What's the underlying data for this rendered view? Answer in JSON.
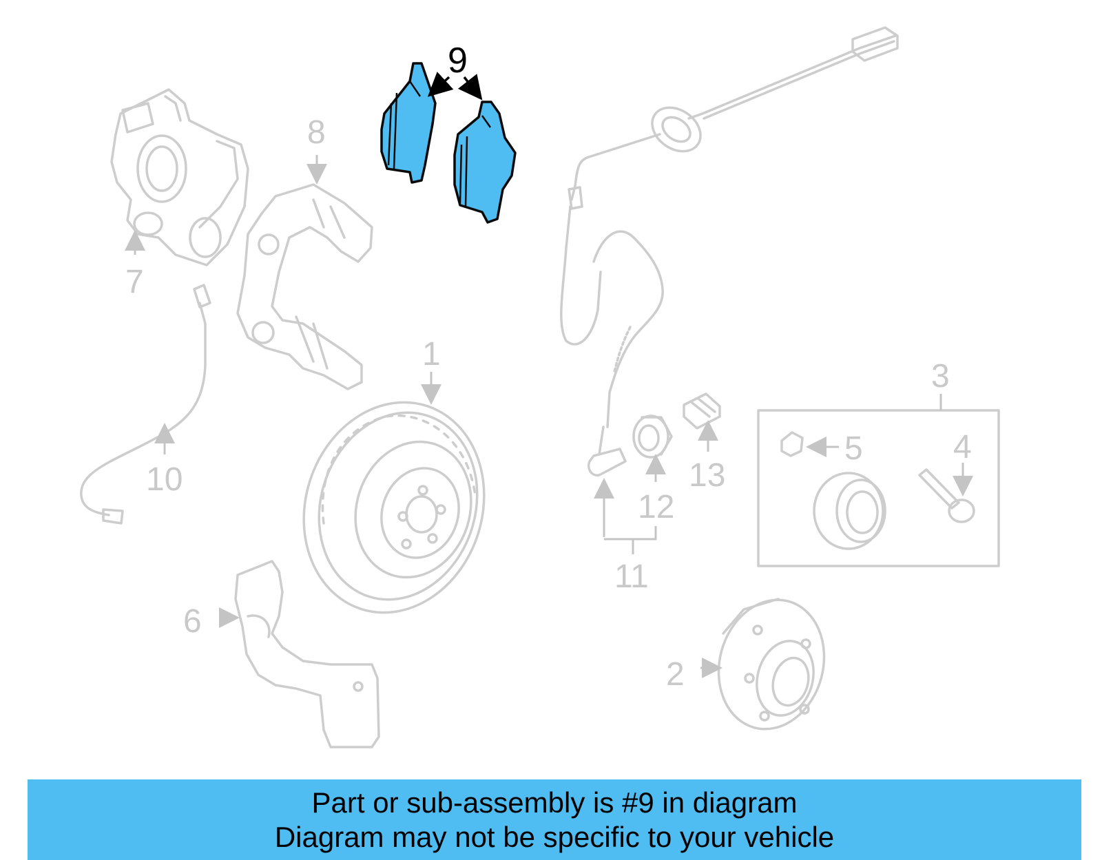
{
  "colors": {
    "highlight": "#4fbcf2",
    "part_outline": "#cdcdcd",
    "banner": "#4fbcf2"
  },
  "callouts": {
    "c1": "1",
    "c2": "2",
    "c3": "3",
    "c4": "4",
    "c5": "5",
    "c6": "6",
    "c7": "7",
    "c8": "8",
    "c9": "9",
    "c10": "10",
    "c11": "11",
    "c12": "12",
    "c13": "13"
  },
  "banner": {
    "line1": "Part or sub-assembly is #9 in diagram",
    "line2": "Diagram may not be specific to your vehicle"
  }
}
